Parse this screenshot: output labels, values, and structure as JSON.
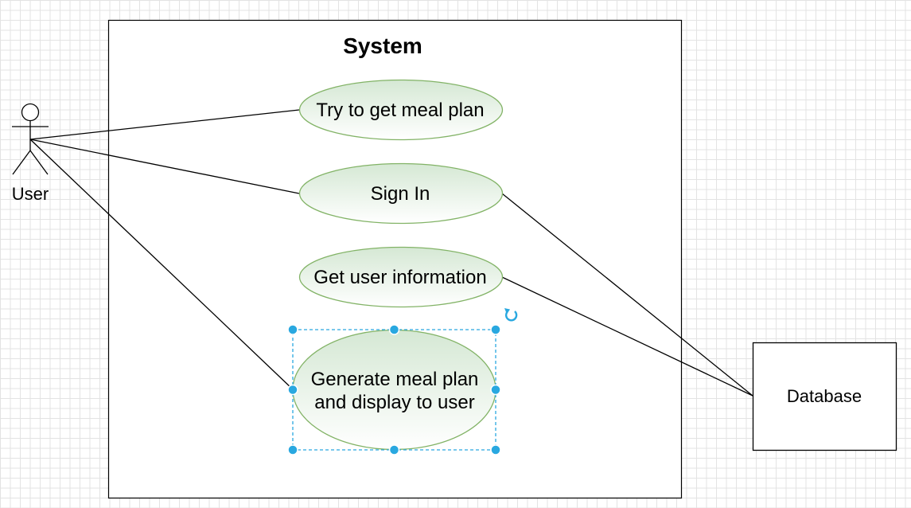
{
  "system": {
    "title": "System"
  },
  "actor": {
    "label": "User"
  },
  "use_cases": [
    {
      "id": "uc-meal-plan",
      "label": "Try to get meal plan"
    },
    {
      "id": "uc-sign-in",
      "label": "Sign In"
    },
    {
      "id": "uc-user-info",
      "label": "Get user information"
    },
    {
      "id": "uc-generate",
      "label_line1": "Generate meal plan",
      "label_line2": "and display to user",
      "selected": true
    }
  ],
  "database": {
    "label": "Database"
  },
  "connections": [
    {
      "from": "User",
      "to": "Try to get meal plan"
    },
    {
      "from": "User",
      "to": "Sign In"
    },
    {
      "from": "User",
      "to": "Generate meal plan and display to user"
    },
    {
      "from": "Sign In",
      "to": "Database"
    },
    {
      "from": "Get user information",
      "to": "Database"
    }
  ],
  "colors": {
    "usecase_stroke": "#82b366",
    "usecase_fill_top": "#d5e8d4",
    "usecase_fill_bottom": "#ffffff",
    "selection": "#29a8e0"
  }
}
